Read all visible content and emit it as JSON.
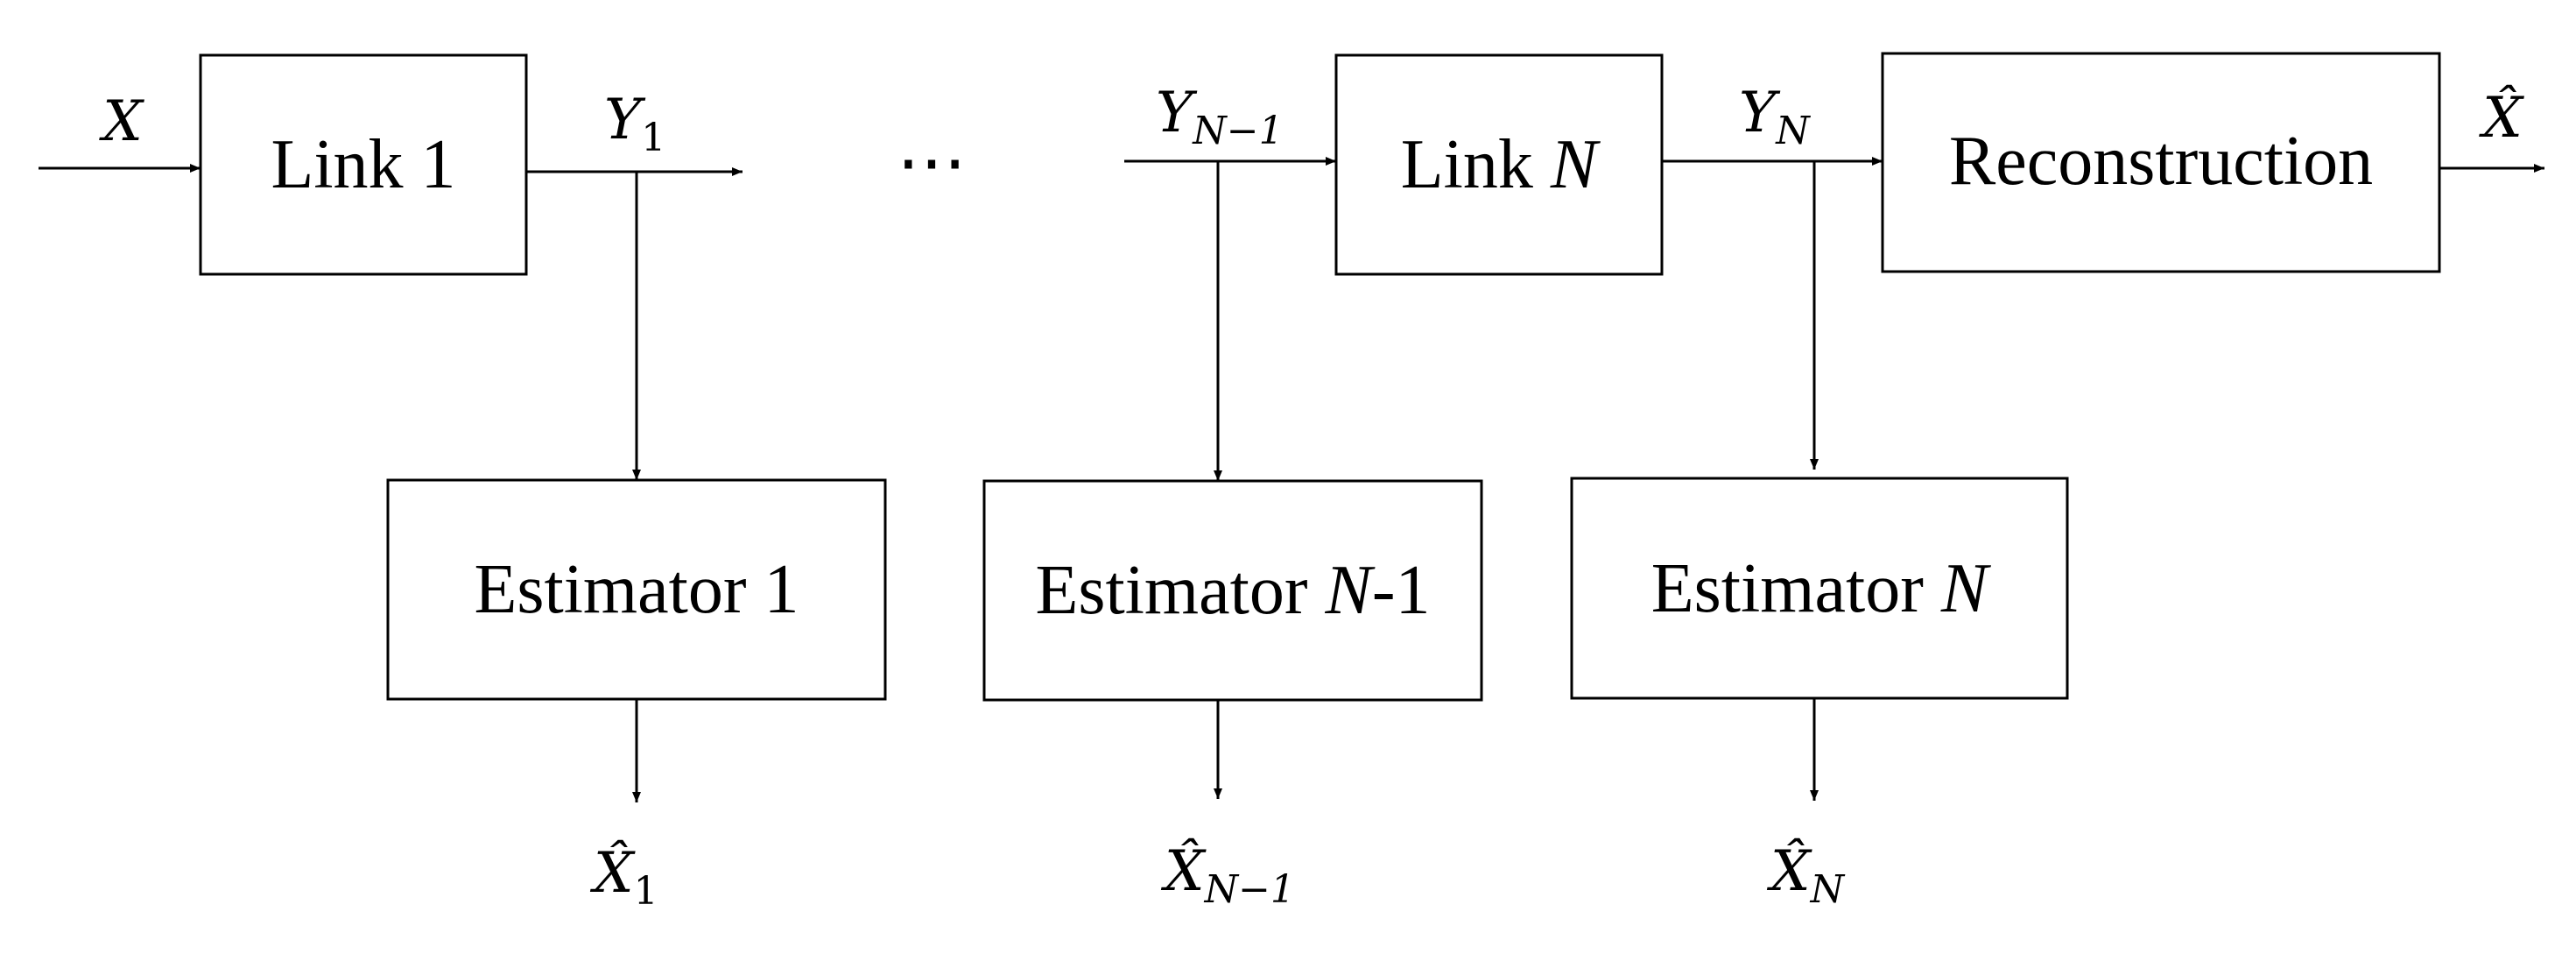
{
  "blocks": {
    "link1": {
      "text": "Link 1"
    },
    "linkN": {
      "prefix": "Link ",
      "var": "N"
    },
    "reconstruction": {
      "text": "Reconstruction"
    },
    "estimator1": {
      "text": "Estimator 1"
    },
    "estimatorNm1": {
      "prefix": "Estimator ",
      "var": "N",
      "suffix": "-1"
    },
    "estimatorN": {
      "prefix": "Estimator ",
      "var": "N"
    }
  },
  "signals": {
    "input": {
      "base": "X"
    },
    "y1": {
      "base": "Y",
      "sub": "1"
    },
    "yNm1": {
      "base": "Y",
      "sub": "N−1"
    },
    "yN": {
      "base": "Y",
      "sub": "N"
    },
    "output": {
      "base": "X̂"
    },
    "xhat1": {
      "base": "X̂",
      "sub": "1"
    },
    "xhatNm1": {
      "base": "X̂",
      "sub": "N−1"
    },
    "xhatN": {
      "base": "X̂",
      "sub": "N"
    }
  },
  "ellipsis": "⋯"
}
